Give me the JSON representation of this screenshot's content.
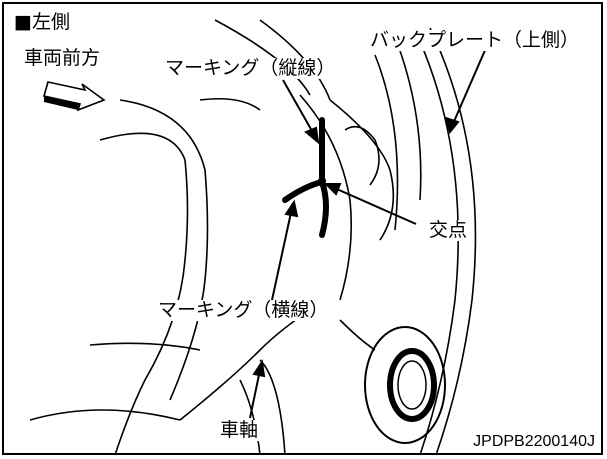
{
  "figure": {
    "side_label": "■左側",
    "vehicle_front_label": "車両前方",
    "backing_plate_label": "バックプレート（上側）",
    "marking_vertical_label": "マーキング（縦線）",
    "intersection_label": "交点",
    "marking_horizontal_label": "マーキング（横線）",
    "axle_label": "車軸",
    "figure_code": "JPDPB2200140J"
  }
}
